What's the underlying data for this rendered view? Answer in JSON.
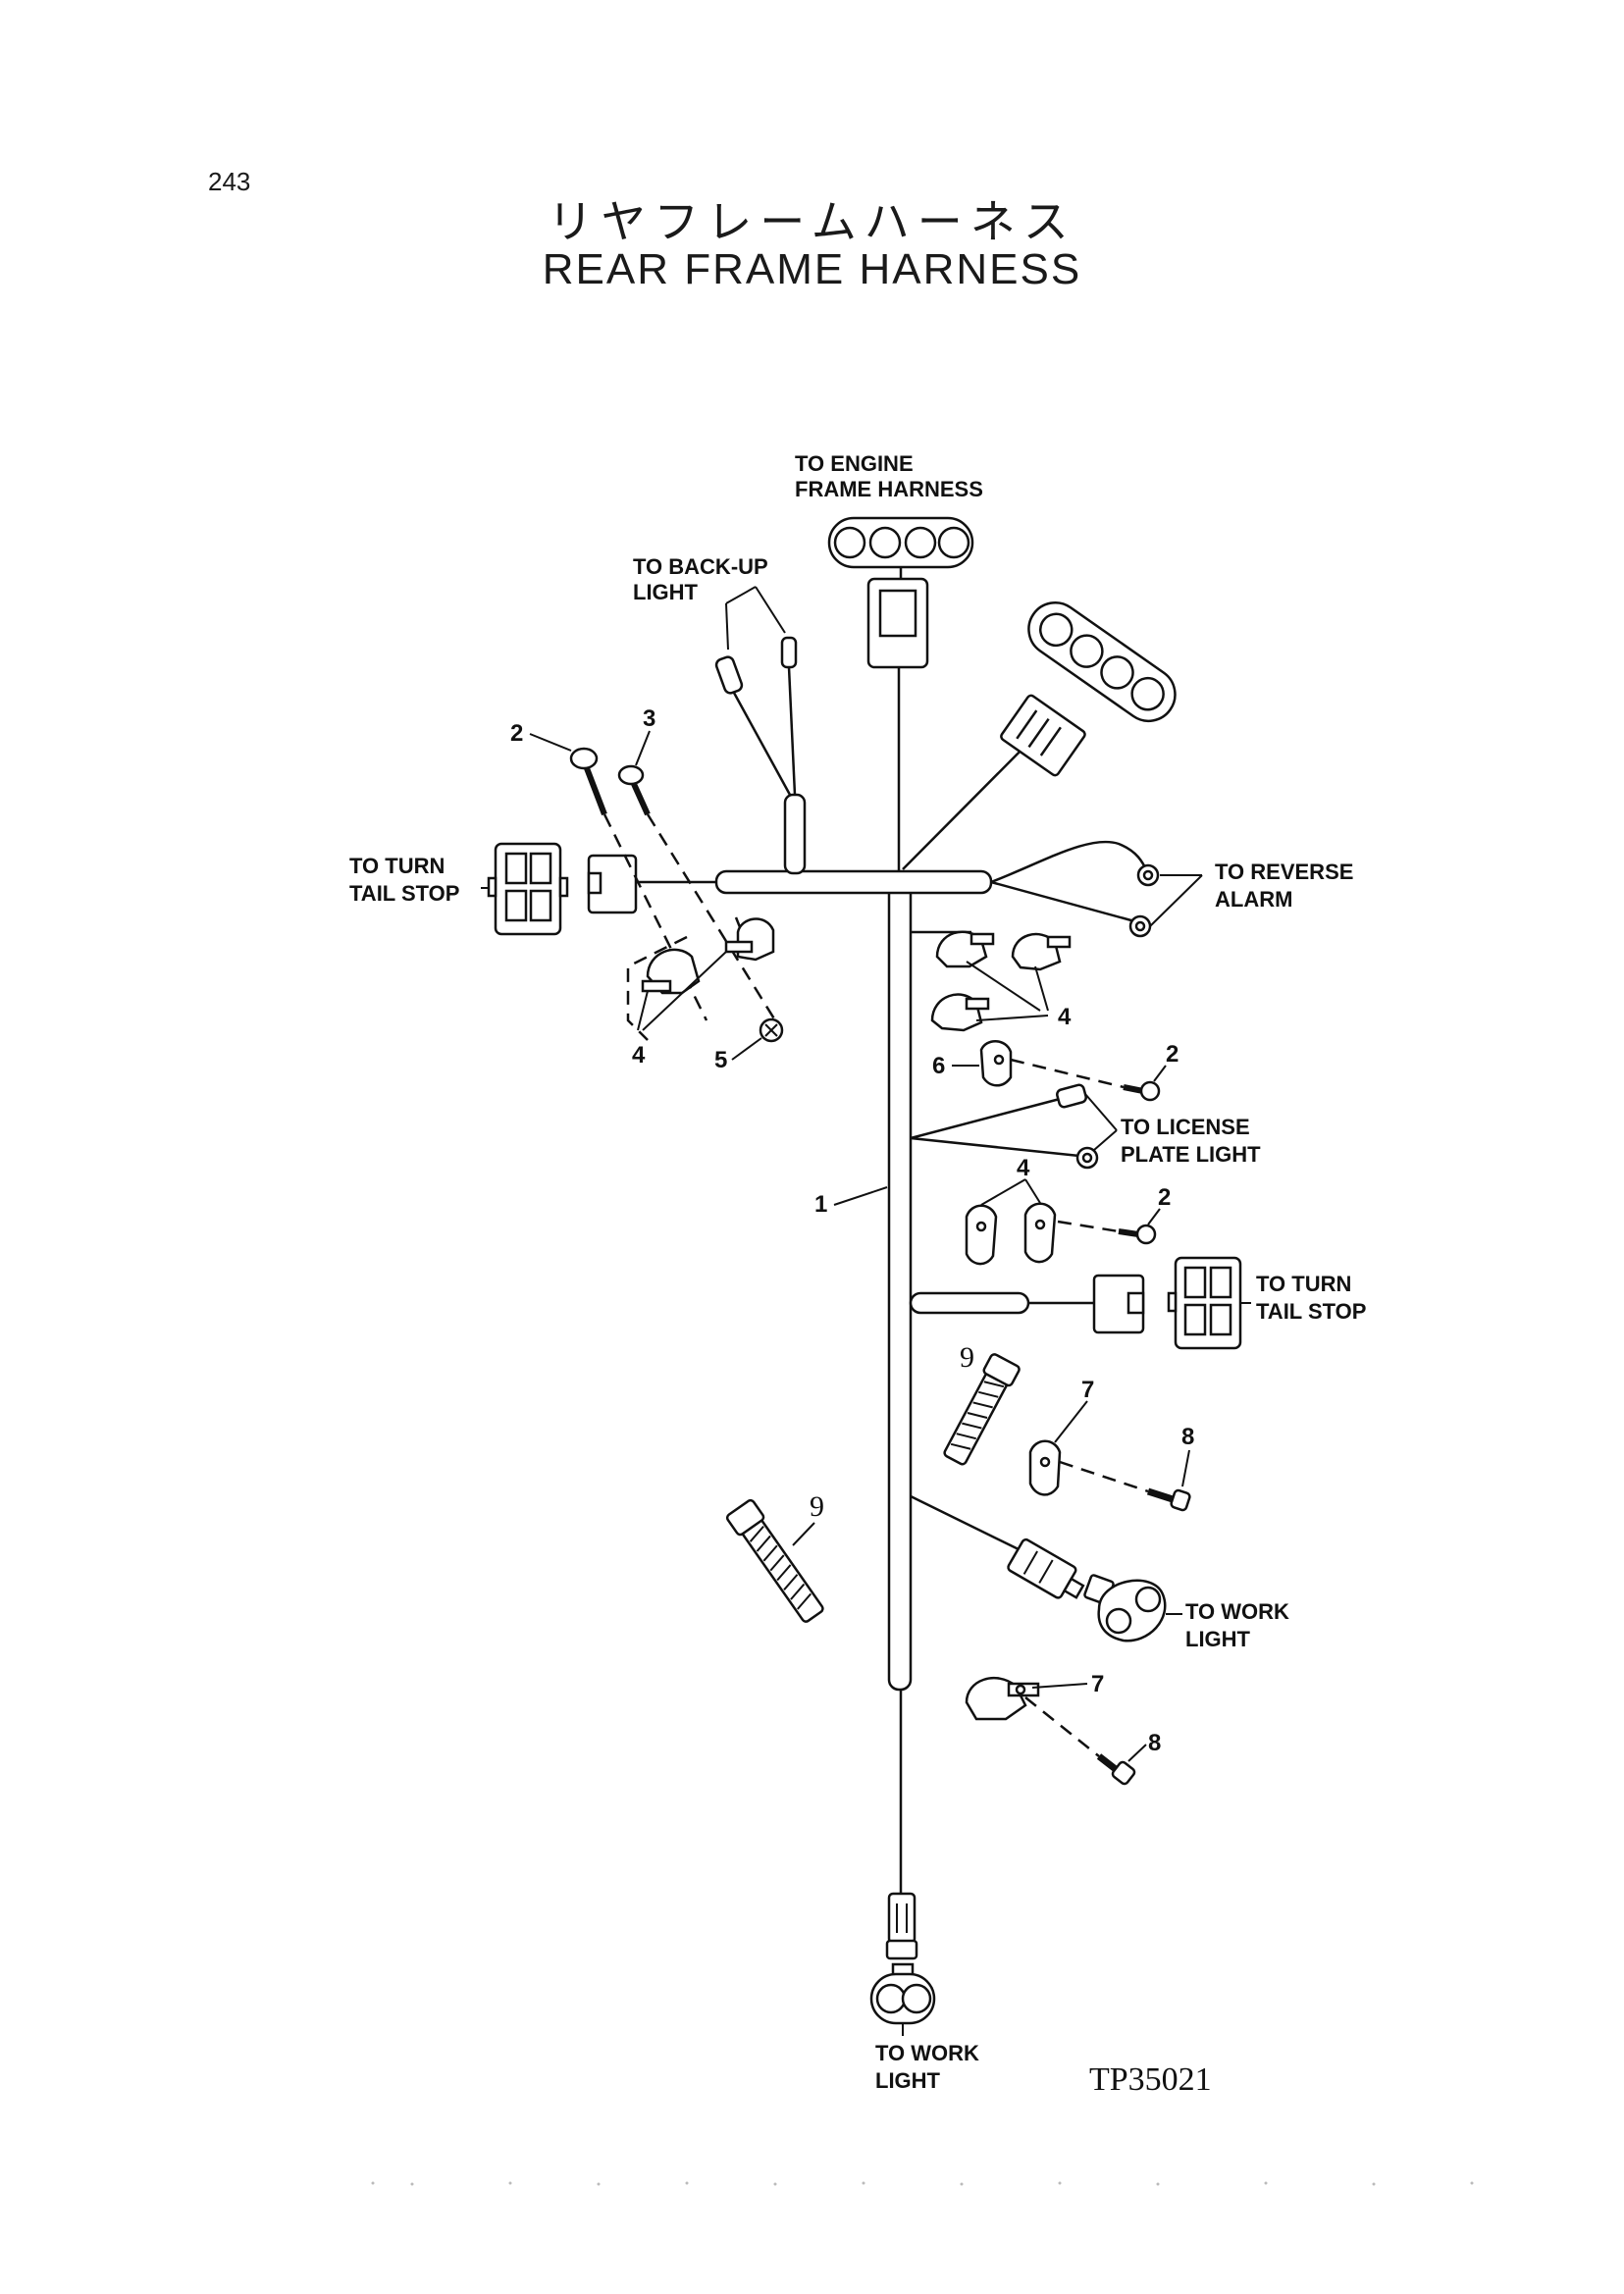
{
  "page_number": "243",
  "title_jp": "リヤフレームハーネス",
  "title_en": "REAR FRAME HARNESS",
  "figure_code": "TP35021",
  "labels": {
    "engine_frame_harness": [
      "TO ENGINE",
      "FRAME HARNESS"
    ],
    "backup_light": [
      "TO BACK-UP",
      "LIGHT"
    ],
    "turn_tail_stop_left": [
      "TO TURN",
      "TAIL STOP"
    ],
    "reverse_alarm": [
      "TO REVERSE",
      "ALARM"
    ],
    "license_plate_light": [
      "TO LICENSE",
      "PLATE LIGHT"
    ],
    "turn_tail_stop_right": [
      "TO TURN",
      "TAIL STOP"
    ],
    "work_light_right": [
      "TO WORK",
      "LIGHT"
    ],
    "work_light_bottom": [
      "TO WORK",
      "LIGHT"
    ]
  },
  "part_numbers": {
    "harness": "1",
    "bolt_top_left": "2",
    "bolt_top_left_b": "3",
    "clamps_left": "4",
    "nut_left": "5",
    "clamps_right_upper": "4",
    "bolt_right_upper": "2",
    "clamp_right_6": "6",
    "clamps_right_mid": "4",
    "bolt_right_mid": "2",
    "tie_right": "9",
    "clamp_right_7": "7",
    "bolt_right_8": "8",
    "tie_left": "9",
    "clamp_lower_7": "7",
    "bolt_lower_8": "8"
  }
}
